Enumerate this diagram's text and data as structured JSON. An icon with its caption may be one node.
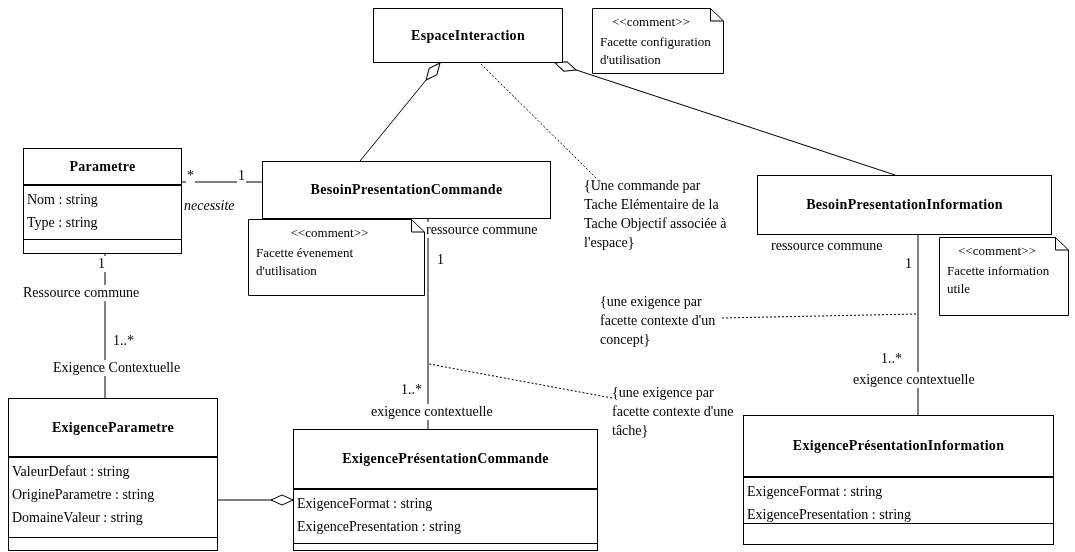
{
  "diagram": {
    "nodes": [
      {
        "text": [
          "EspaceInteraction"
        ]
      },
      {
        "text": [
          "<<comment>>",
          "Facette configuration d'utilisation"
        ]
      },
      {
        "text": [
          "Parametre",
          "Nom : string",
          "Type : string"
        ]
      },
      {
        "text": [
          "BesoinPresentationCommande"
        ]
      },
      {
        "text": [
          "<<comment>>",
          "Facette évenement d'utilisation"
        ]
      },
      {
        "text": [
          "{Une commande par Tache Elémentaire de la Tache Objectif associée à l'espace}"
        ]
      },
      {
        "text": [
          "BesoinPresentationInformation"
        ]
      },
      {
        "text": [
          "<<comment>>",
          "Facette information utile"
        ]
      },
      {
        "text": [
          "{une exigence par facette contexte d'un concept}"
        ]
      },
      {
        "text": [
          "{une exigence par facette contexte d'une tâche}"
        ]
      },
      {
        "text": [
          "ExigenceParametre",
          "ValeurDefaut : string",
          "OrigineParametre : string",
          "DomaineValeur : string"
        ]
      },
      {
        "text": [
          "ExigencePrésentationCommande",
          "ExigenceFormat : string",
          "ExigencePresentation : string"
        ]
      },
      {
        "text": [
          "ExigencePrésentationInformation",
          "ExigenceFormat : string",
          "ExigencePresentation : string"
        ]
      }
    ],
    "edges": [
      {
        "from": 0,
        "to": 3,
        "arrow": "other"
      },
      {
        "from": 0,
        "to": 6,
        "arrow": "other"
      },
      {
        "from": 5,
        "to": 0,
        "arrow": "none",
        "style": "dashed"
      },
      {
        "from": 2,
        "to": 3,
        "arrow": "none",
        "label": "necessite"
      },
      {
        "from": 2,
        "to": 10,
        "arrow": "none"
      },
      {
        "from": 3,
        "to": 11,
        "arrow": "none"
      },
      {
        "from": 6,
        "to": 12,
        "arrow": "none"
      },
      {
        "from": 11,
        "to": 10,
        "arrow": "other"
      },
      {
        "from": 8,
        "to": null,
        "arrow": "none",
        "style": "dashed"
      },
      {
        "from": 9,
        "to": null,
        "arrow": "none",
        "style": "dashed"
      }
    ],
    "labels": [
      "*",
      "1",
      "1",
      "Ressource commune",
      "1..*",
      "Exigence Contextuelle",
      "ressource commune",
      "1",
      "1..*",
      "exigence contextuelle",
      "ressource commune",
      "1",
      "1..*",
      "exigence contextuelle"
    ]
  }
}
